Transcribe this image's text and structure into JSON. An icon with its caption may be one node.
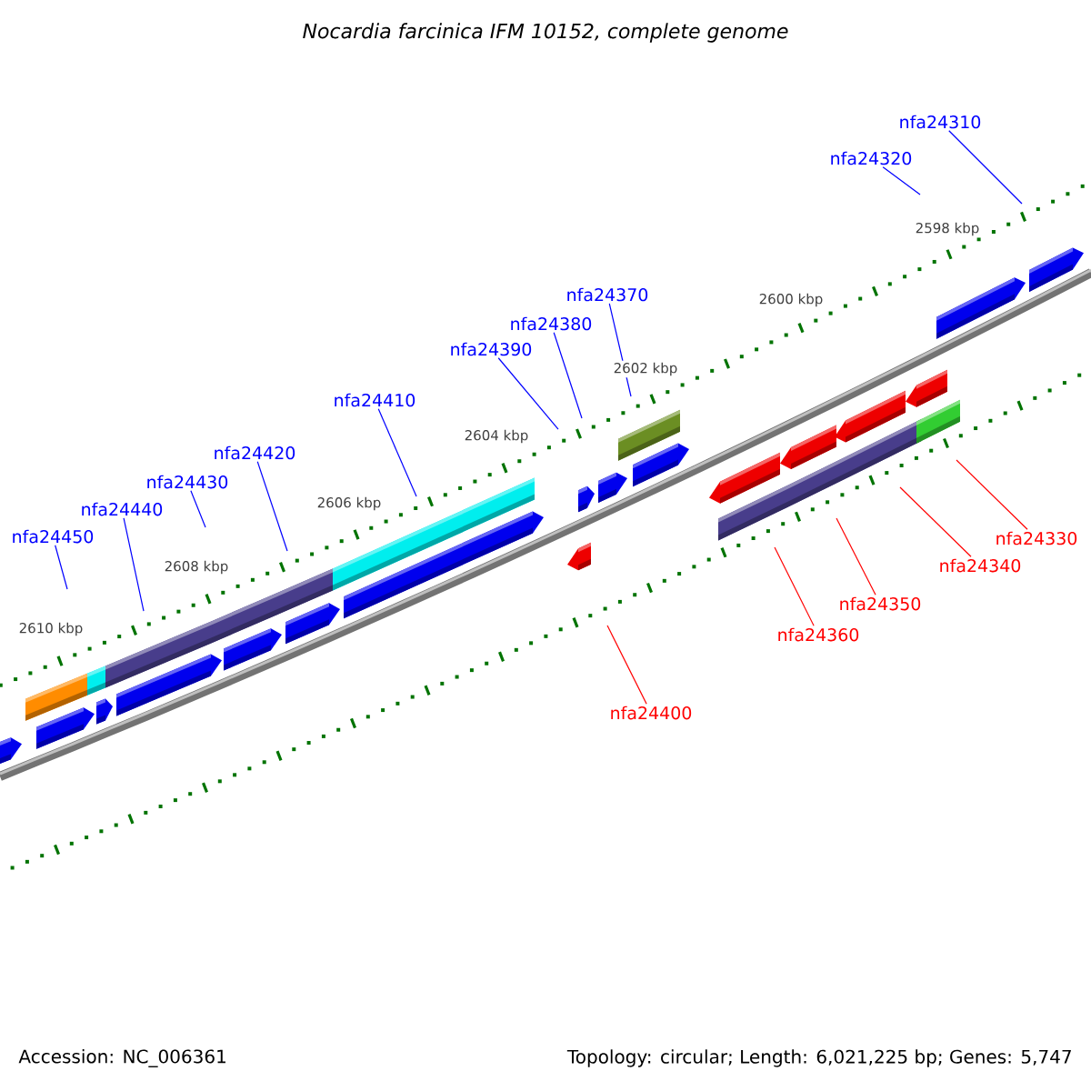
{
  "diagram": {
    "title": "Nocardia farcinica IFM 10152, complete genome",
    "nodes": [
      {
        "text": [
          "nfa24310"
        ]
      },
      {
        "text": [
          "nfa24320"
        ]
      },
      {
        "text": [
          "nfa24370"
        ]
      },
      {
        "text": [
          "nfa24380"
        ]
      },
      {
        "text": [
          "nfa24390"
        ]
      },
      {
        "text": [
          "nfa24410"
        ]
      },
      {
        "text": [
          "nfa24420"
        ]
      },
      {
        "text": [
          "nfa24430"
        ]
      },
      {
        "text": [
          "nfa24440"
        ]
      },
      {
        "text": [
          "nfa24450"
        ]
      },
      {
        "text": [
          "nfa24330"
        ]
      },
      {
        "text": [
          "nfa24340"
        ]
      },
      {
        "text": [
          "nfa24350"
        ]
      },
      {
        "text": [
          "nfa24360"
        ]
      },
      {
        "text": [
          "nfa24400"
        ]
      }
    ],
    "edges": [
      {
        "from": 0,
        "to": null,
        "arrow": "none"
      },
      {
        "from": 1,
        "to": null,
        "arrow": "none"
      },
      {
        "from": 2,
        "to": null,
        "arrow": "none"
      },
      {
        "from": 3,
        "to": null,
        "arrow": "none"
      },
      {
        "from": 4,
        "to": null,
        "arrow": "none"
      },
      {
        "from": 5,
        "to": null,
        "arrow": "none"
      },
      {
        "from": 6,
        "to": null,
        "arrow": "none"
      },
      {
        "from": 7,
        "to": null,
        "arrow": "none"
      },
      {
        "from": 8,
        "to": null,
        "arrow": "none"
      },
      {
        "from": 9,
        "to": null,
        "arrow": "none"
      },
      {
        "from": 10,
        "to": null,
        "arrow": "none",
        "color": "#ff0000"
      },
      {
        "from": 11,
        "to": null,
        "arrow": "none",
        "color": "#ff0000"
      },
      {
        "from": 12,
        "to": null,
        "arrow": "none",
        "color": "#ff0000"
      },
      {
        "from": 13,
        "to": null,
        "arrow": "none",
        "color": "#ff0000"
      },
      {
        "from": 14,
        "to": null,
        "arrow": "none",
        "color": "#ff0000"
      }
    ],
    "labels": [
      "2598 kbp",
      "2600 kbp",
      "2602 kbp",
      "2604 kbp",
      "2606 kbp",
      "2608 kbp",
      "2610 kbp",
      "Accession: NC_006361",
      "Topology: circular; Length: 6,021,225 bp; Genes: 5,747"
    ]
  }
}
